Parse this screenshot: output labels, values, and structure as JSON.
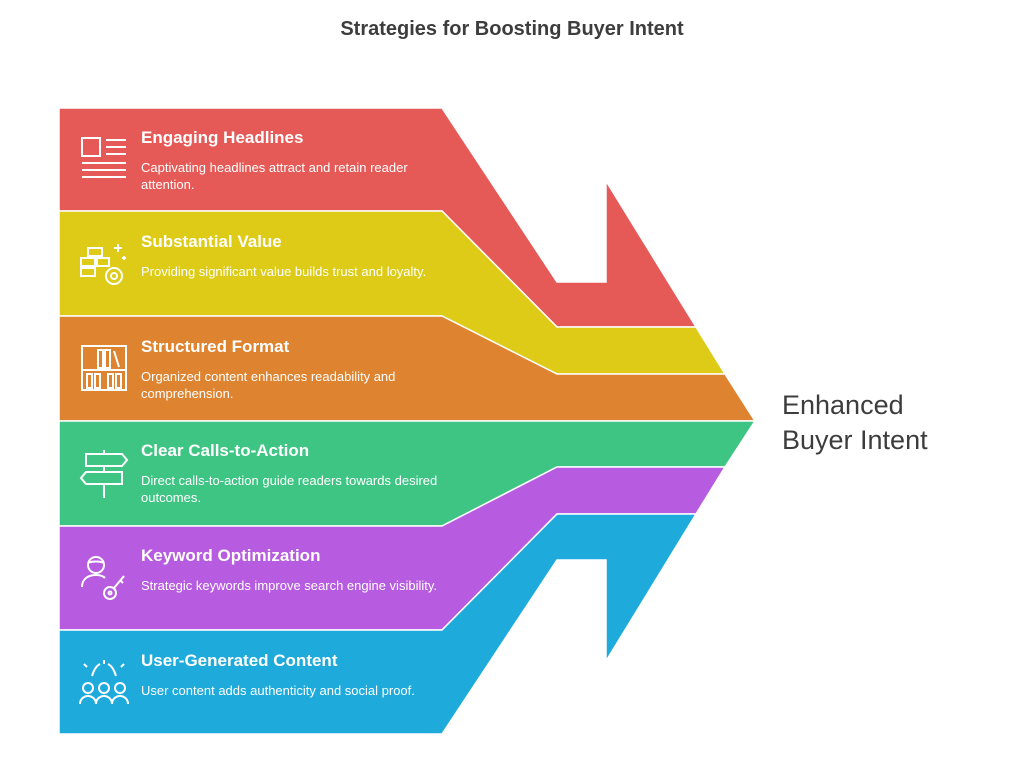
{
  "title": "Strategies for Boosting Buyer Intent",
  "outcome": {
    "line1": "Enhanced",
    "line2": "Buyer Intent"
  },
  "strategies": [
    {
      "title": "Engaging Headlines",
      "description": "Captivating headlines attract and retain reader attention.",
      "icon": "newspaper-icon",
      "color": "#E55A57"
    },
    {
      "title": "Substantial Value",
      "description": "Providing significant value builds trust and loyalty.",
      "icon": "gold-bars-icon",
      "color": "#DECB17"
    },
    {
      "title": "Structured Format",
      "description": "Organized content enhances readability and comprehension.",
      "icon": "bookshelf-icon",
      "color": "#DE8330"
    },
    {
      "title": "Clear Calls-to-Action",
      "description": "Direct calls-to-action guide readers towards desired outcomes.",
      "icon": "signpost-icon",
      "color": "#3EC584"
    },
    {
      "title": "Keyword Optimization",
      "description": "Strategic keywords improve search engine visibility.",
      "icon": "user-key-icon",
      "color": "#B75BE0"
    },
    {
      "title": "User-Generated Content",
      "description": "User content adds authenticity and social proof.",
      "icon": "community-icon",
      "color": "#1EAADB"
    }
  ]
}
